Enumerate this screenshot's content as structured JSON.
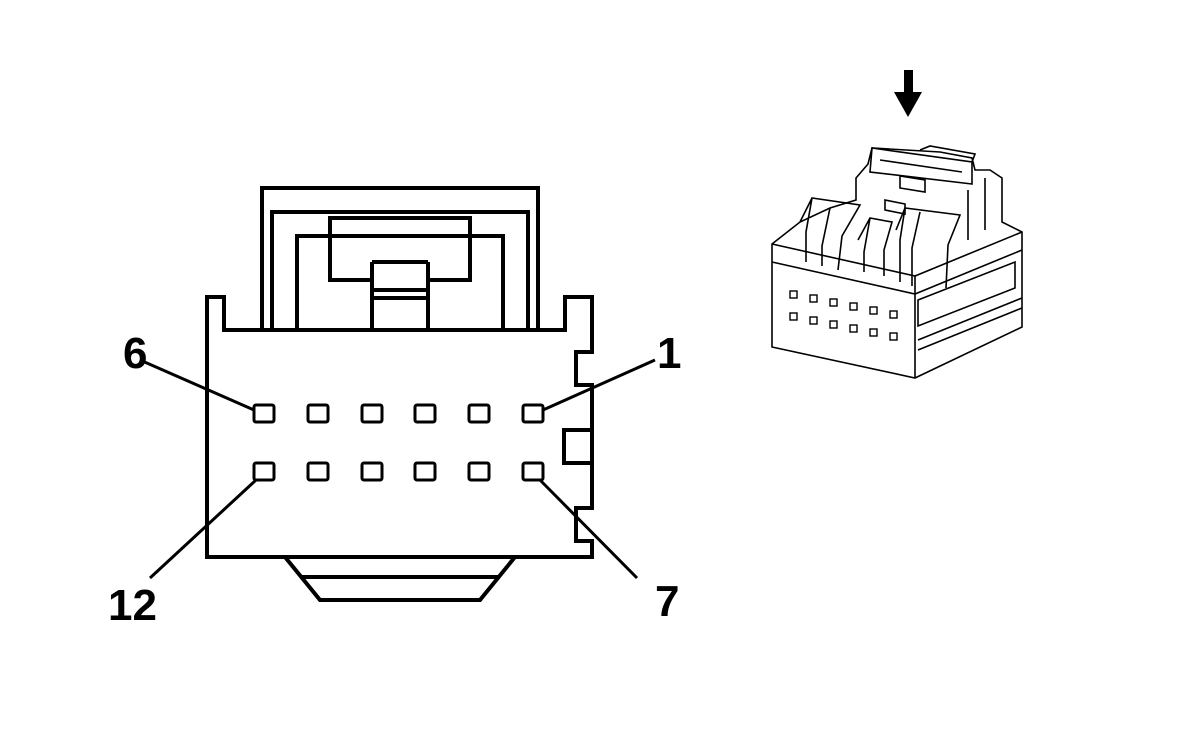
{
  "connector": {
    "pin_labels": {
      "top_left": "6",
      "top_right": "1",
      "bottom_left": "12",
      "bottom_right": "7"
    },
    "cavity_rows": 2,
    "cavities_per_row": 6
  },
  "view_arrow": {
    "icon": "arrow-down-icon"
  }
}
